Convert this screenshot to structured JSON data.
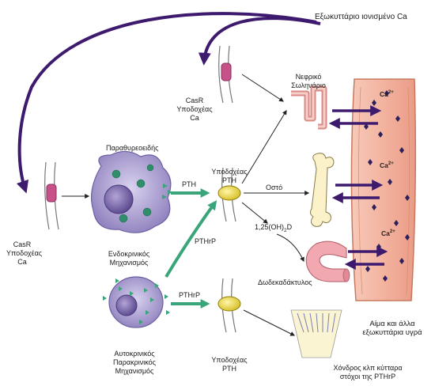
{
  "title": "Εξωκυττάριο ιονισμένο Ca",
  "casr_top": [
    "CasR",
    "Υποδοχέας",
    "Ca"
  ],
  "casr_left": [
    "CasR",
    "Υποδοχέας",
    "Ca"
  ],
  "kidney": [
    "Νεφρικό",
    "Σωληνάριο"
  ],
  "parathyroid": "Παραθυρεοειδής",
  "endocrine": [
    "Ενδοκρινικός",
    "Μηχανισμός"
  ],
  "pth_receptor_top": [
    "Υποδοχέας",
    "PTH"
  ],
  "pth_label": "PTH",
  "bone": "Οστό",
  "vitd_prefix": "1,25(OH)",
  "vitd_sub": "2",
  "vitd_suffix": "D",
  "pthrp_diag": "PTHrP",
  "pthrp_bottom": "PTHrP",
  "duodenum": "Δωδεκαδάκτυλος",
  "autocrine": [
    "Αυτοκρινικός",
    "Παρακρινικός",
    "Μηχανισμός"
  ],
  "pth_receptor_bottom": [
    "Υποδοχέας",
    "PTH"
  ],
  "cartilage": [
    "Χόνδρος κλπ κύτταρα",
    "στόχοι της PTHrP"
  ],
  "blood": [
    "Αίμα και άλλα",
    "εξωκυττάρια υγρά"
  ],
  "ca_ion": "Ca",
  "ca_charge": "2+",
  "colors": {
    "feedback_arrow": "#3d1a6e",
    "pth_arrow": "#3aa57a",
    "receptor_yellow": "#e8d84a",
    "casr_pink": "#c7528a",
    "cell_purple": "#9c8fc6",
    "vessel_pink": "#f0b8a6"
  }
}
